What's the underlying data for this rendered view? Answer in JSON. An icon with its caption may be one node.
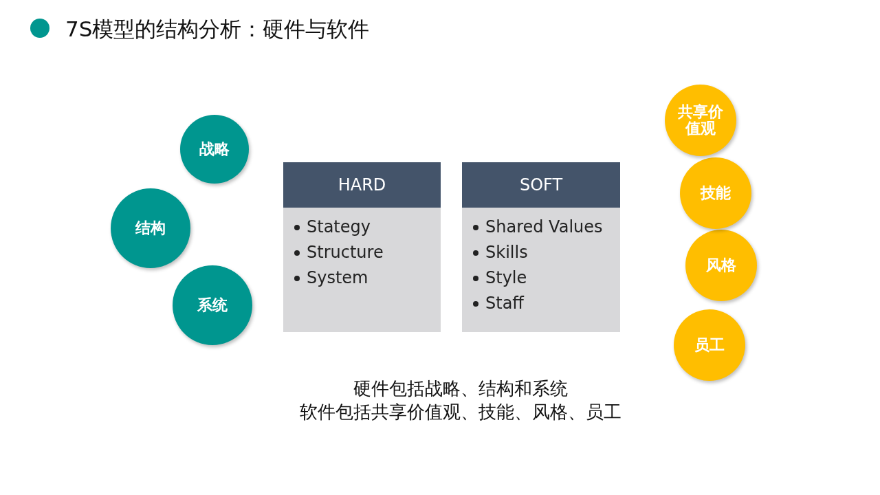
{
  "diagram": {
    "title": "7S模型的结构分析：硬件与软件",
    "nodes": [
      {
        "text": [
          "战略"
        ]
      },
      {
        "text": [
          "结构"
        ]
      },
      {
        "text": [
          "系统"
        ]
      },
      {
        "text": [
          "HARD",
          "Stategy",
          "Structure",
          "System"
        ]
      },
      {
        "text": [
          "SOFT",
          "Shared Values",
          "Skills",
          "Style",
          "Staff"
        ]
      },
      {
        "text": [
          "共享价值观"
        ]
      },
      {
        "text": [
          "技能"
        ]
      },
      {
        "text": [
          "风格"
        ]
      },
      {
        "text": [
          "员工"
        ]
      }
    ],
    "labels": [
      "硬件包括战略、结构和系统",
      "软件包括共享价值观、技能、风格、员工"
    ]
  }
}
